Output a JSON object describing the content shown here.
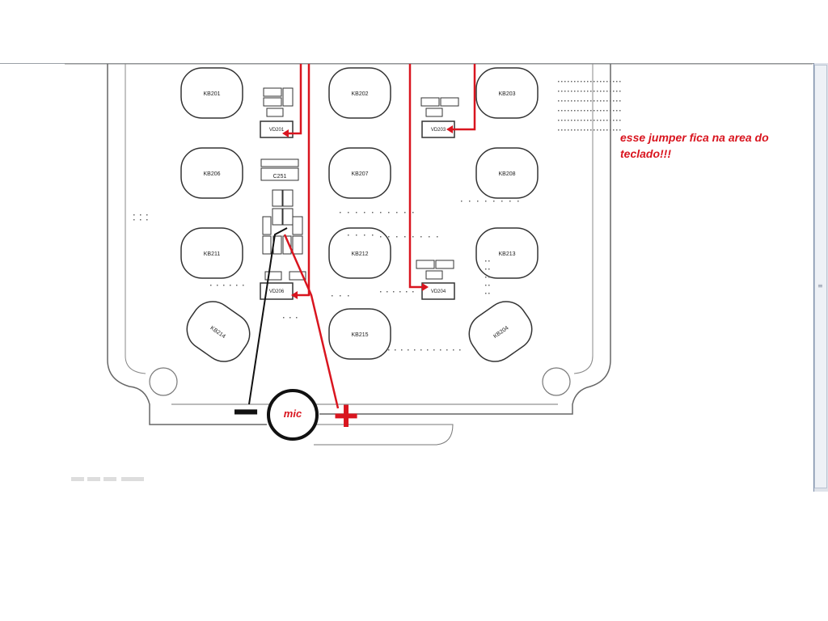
{
  "annotation": {
    "line1": "esse jumper fica na area do",
    "line2": "teclado!!!"
  },
  "symbols": {
    "minus": "−",
    "plus": "+",
    "mic": "mic"
  },
  "keys": [
    {
      "id": "KB201",
      "label": "KB201"
    },
    {
      "id": "KB202",
      "label": "KB202"
    },
    {
      "id": "KB203",
      "label": "KB203"
    },
    {
      "id": "KB206",
      "label": "KB206"
    },
    {
      "id": "KB207",
      "label": "KB207"
    },
    {
      "id": "KB208",
      "label": "KB208"
    },
    {
      "id": "KB211",
      "label": "KB211"
    },
    {
      "id": "KB212",
      "label": "KB212"
    },
    {
      "id": "KB213",
      "label": "KB213"
    },
    {
      "id": "KB214",
      "label": "KB214"
    },
    {
      "id": "KB215",
      "label": "KB215"
    },
    {
      "id": "KB204",
      "label": "KB204"
    }
  ],
  "components": {
    "c251": "C251",
    "vd201": "VD201",
    "vd203": "VD203",
    "vd204": "VD204",
    "vd206": "VD206"
  },
  "colors": {
    "annotation_red": "#d9151f",
    "pcb_line": "#555555",
    "black_wire": "#111111"
  }
}
